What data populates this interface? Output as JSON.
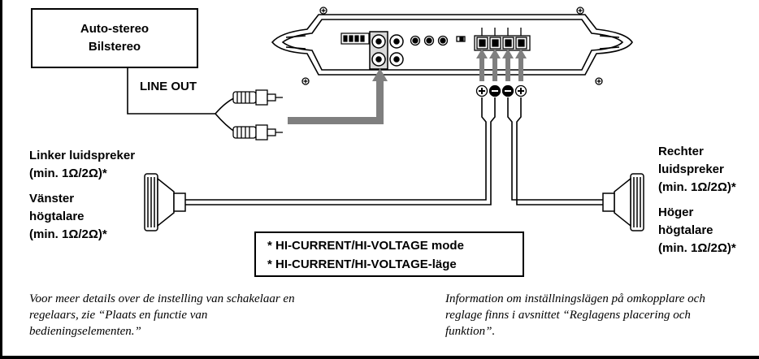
{
  "source_unit": {
    "line1": "Auto-stereo",
    "line2": "Bilstereo"
  },
  "line_out": "LINE OUT",
  "left_speaker": {
    "line1": "Linker luidspreker",
    "line2": "(min. 1Ω/2Ω)*",
    "line3": "Vänster",
    "line4": "högtalare",
    "line5": "(min. 1Ω/2Ω)*"
  },
  "right_speaker": {
    "line1": "Rechter",
    "line2": "luidspreker",
    "line3": "(min. 1Ω/2Ω)*",
    "line4": "Höger",
    "line5": "högtalare",
    "line6": "(min. 1Ω/2Ω)*"
  },
  "mode_note": {
    "line1": "* HI-CURRENT/HI-VOLTAGE mode",
    "line2": "* HI-CURRENT/HI-VOLTAGE-läge"
  },
  "terminal_signs": [
    "+",
    "−",
    "−",
    "+"
  ],
  "footnote_left": {
    "line1": "Voor meer details over de instelling van schakelaar en",
    "line2": "regelaars, zie “Plaats en functie van",
    "line3": "bedieningselementen.”"
  },
  "footnote_right": {
    "line1": "Information om inställningslägen på omkopplare och",
    "line2": "reglage finns i avsnittet “Reglagens placering och",
    "line3": "funktion”."
  },
  "colors": {
    "arrow": "#7f7f7f",
    "line": "#000000",
    "background": "#ffffff"
  }
}
